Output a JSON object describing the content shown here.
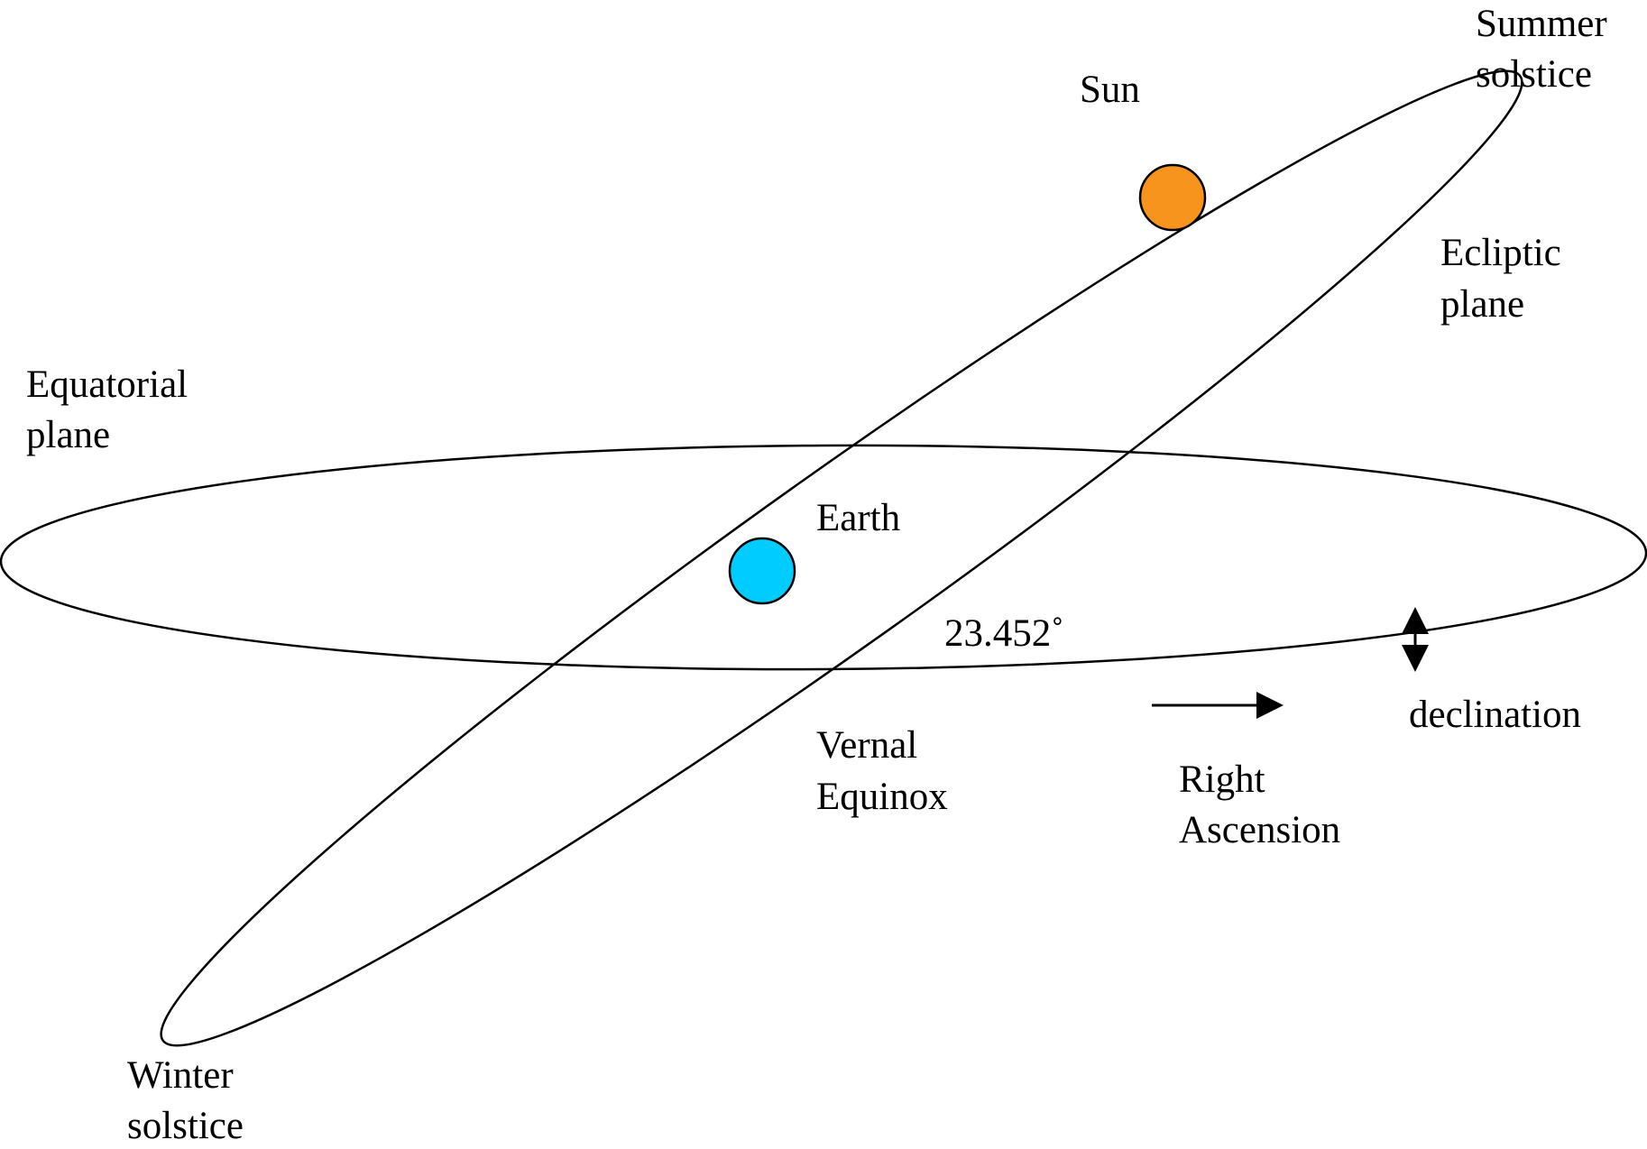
{
  "labels": {
    "summer_solstice_line1": "Summer",
    "summer_solstice_line2": "solstice",
    "sun": "Sun",
    "ecliptic_plane_line1": "Ecliptic",
    "ecliptic_plane_line2": "plane",
    "equatorial_plane_line1": "Equatorial",
    "equatorial_plane_line2": "plane",
    "earth": "Earth",
    "obliquity_angle": "23.452˚",
    "declination": "declination",
    "vernal_equinox_line1": "Vernal",
    "vernal_equinox_line2": "Equinox",
    "right_ascension_line1": "Right",
    "right_ascension_line2": "Ascension",
    "winter_solstice_line1": "Winter",
    "winter_solstice_line2": "solstice"
  },
  "colors": {
    "sun": "#F7941D",
    "earth": "#00CCFF",
    "line": "#000000",
    "background": "#FFFFFF"
  }
}
